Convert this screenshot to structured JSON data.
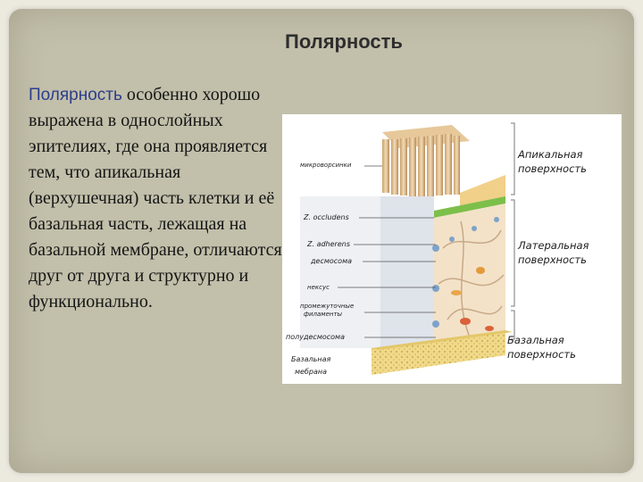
{
  "slide": {
    "title": "Полярность",
    "paragraph_lead": "Полярность",
    "paragraph_rest": " особенно хорошо выражена в однослойных эпителиях, где она проявляется тем, что апикальная (верхушечная) часть клетки и её базальная часть, лежащая на базальной мембране, отличаются друг от друга и структурно и функционально."
  },
  "figure": {
    "left_labels": {
      "microvilli": "микроворсинки",
      "z_occludens": "Z. occludens",
      "z_adherens": "Z. adherens",
      "desmosome": "десмосома",
      "nexus": "нексус",
      "filaments_line1": "промежуточные",
      "filaments_line2": "филаменты",
      "hemidesmosome": "полудесмосома",
      "basal_membrane_line1": "Базальная",
      "basal_membrane_line2": "мебрана"
    },
    "right_labels": {
      "apical_line1": "Апикальная",
      "apical_line2": "поверхность",
      "lateral_line1": "Латеральная",
      "lateral_line2": "поверхность",
      "basal_line1": "Базальная",
      "basal_line2": "поверхность"
    }
  }
}
